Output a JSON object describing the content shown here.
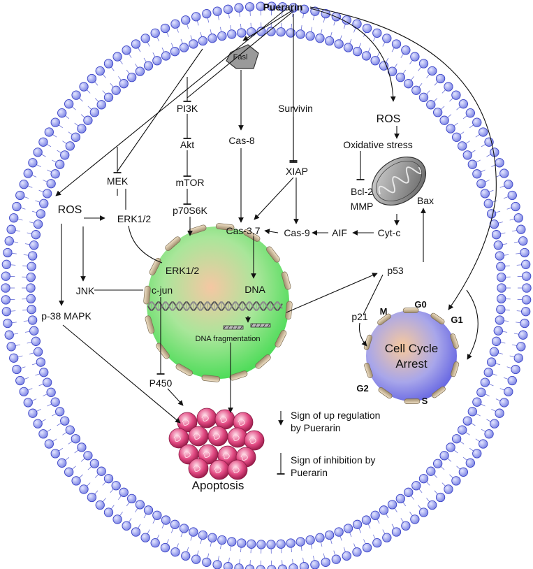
{
  "nodes": {
    "puerarin": "Puerarin",
    "fasl": "Fasl",
    "pi3k": "PI3K",
    "akt": "Akt",
    "mtor": "mTOR",
    "p70s6k": "p70S6K",
    "mek": "MEK",
    "erk12_cyto": "ERK1/2",
    "ros_left": "ROS",
    "survivin": "Survivin",
    "xiap": "XIAP",
    "cas8": "Cas-8",
    "ros_right": "ROS",
    "oxidative_stress": "Oxidative stress",
    "bcl2": "Bcl-2",
    "mmp": "MMP",
    "bax": "Bax",
    "cas37": "Cas-3,7",
    "cas9": "Cas-9",
    "aif": "AIF",
    "cytc": "Cyt-c",
    "erk12_nuc": "ERK1/2",
    "jnk": "JNK",
    "cjun": "c-jun",
    "dna": "DNA",
    "dna_fragmentation": "DNA fragmentation",
    "p38": "p-38 MAPK",
    "p450": "P450",
    "p53": "p53",
    "p21": "p21",
    "apoptosis": "Apoptosis",
    "cell_cycle_line1": "Cell Cycle",
    "cell_cycle_line2": "Arrest",
    "phase_m": "M",
    "phase_g0": "G0",
    "phase_g1": "G1",
    "phase_g2": "G2",
    "phase_s": "S"
  },
  "legend": {
    "up_line1": "Sign of up regulation",
    "up_line2": "by Puerarin",
    "inhibit_line1": "Sign of inhibition by",
    "inhibit_line2": "Puerarin"
  },
  "colors": {
    "membrane_bead": "#9fa6ee",
    "membrane_bead_stroke": "#3a43c6",
    "nucleus_fill": "#7be07a",
    "nucleus_center": "#f3c39e",
    "cellcycle_fill": "#7a7ae8",
    "cellcycle_center": "#f7c39a",
    "mito_fill": "#8a8a8a",
    "fasl_fill": "#9a9a9a",
    "apoptosis_cell": "#e0457e"
  }
}
